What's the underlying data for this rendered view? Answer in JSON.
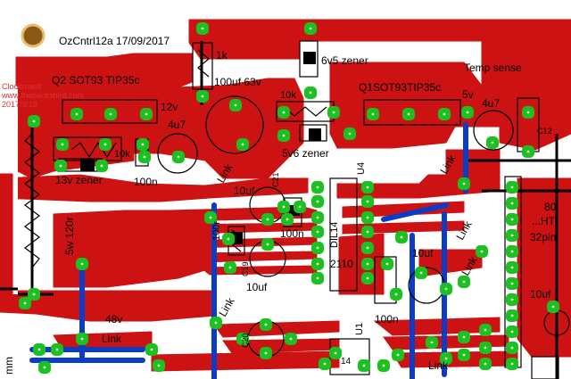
{
  "board": {
    "title": "OzCntrl12a 17/09/2017",
    "watermark": [
      "Clockmanfr",
      "www.thebackshed.com",
      "2017/9/18"
    ]
  },
  "labels": {
    "q2": "Q2 SOT93 TIP35c",
    "v12": "12v",
    "r1k": "1k",
    "cap100uf63": "100uf 63v",
    "zener6v5": "6v5 zener",
    "r10k_a": "10k",
    "q1": "Q1SOT93TIP35c",
    "temp": "Temp sense",
    "v5": "5v",
    "c4u7_a": "4u7",
    "c4u7_b": "4u7",
    "r10k_b": "10k",
    "zener13v": "13v zener",
    "c100n_a": "100n",
    "zener5v6": "5v6 zener",
    "link_a": "Link",
    "link_b": "Link",
    "link_c": "Link",
    "link_d": "Link",
    "link_e": "Link",
    "link_f": "Link",
    "link_g": "Link",
    "r120": "5w 120r",
    "c10uf_a": "10uf",
    "c10uf_b": "10uf",
    "c10uf_c": "10uf",
    "c10uf_d": "10uf",
    "c100n_b": "100n",
    "c100n_c": "100n",
    "dil14": "DIL14",
    "u4": "U4",
    "chip2110": "2110",
    "v48": "48v",
    "pic_a": "80",
    "pic_b": "...HT",
    "pic_c": "32pin",
    "r100": "100r",
    "u1": "U1",
    "mm": "mm",
    "c21": "C21",
    "c20": "C20",
    "c19": "C19",
    "c12": "C12",
    "u14": "14"
  },
  "colors": {
    "copper": "#cc1212",
    "jumper": "#0a3cc8",
    "pad": "#19c21e",
    "silk": "#000000",
    "board": "#ffffff"
  }
}
